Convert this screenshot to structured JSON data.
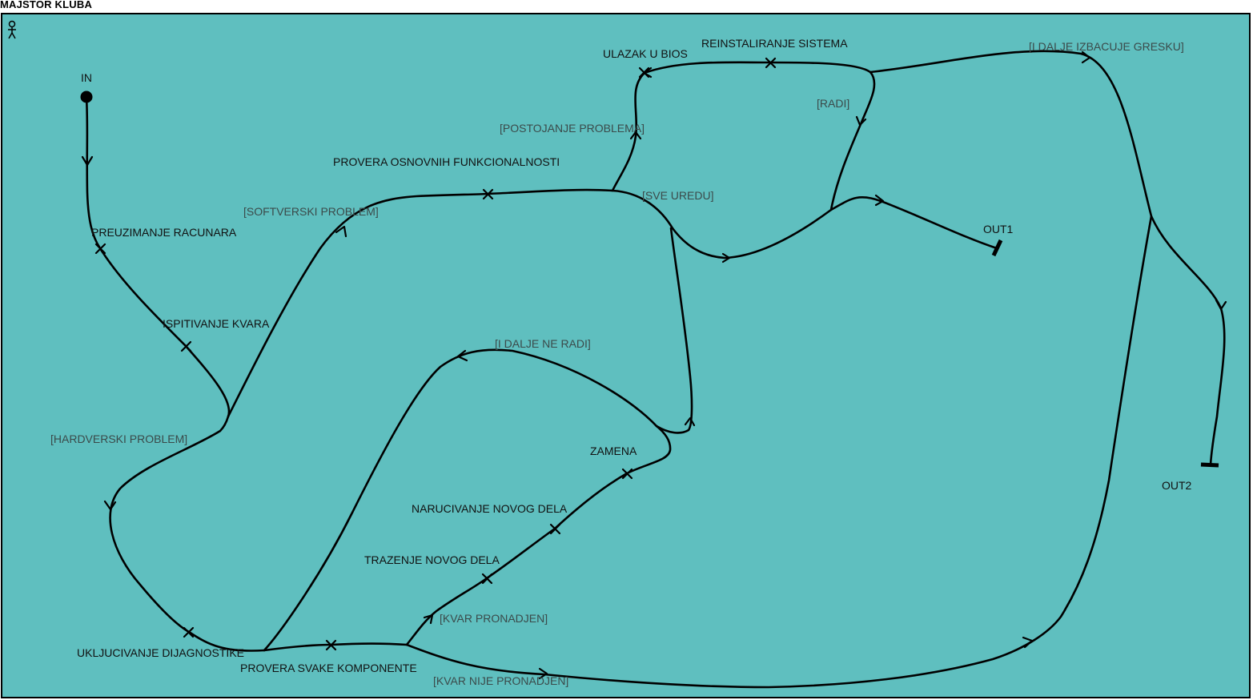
{
  "title": "MAJSTOR KLUBA",
  "icons": {
    "actor": "person-icon"
  },
  "nodes": {
    "in": "IN",
    "out1": "OUT1",
    "out2": "OUT2",
    "preuzimanje": "PREUZIMANJE RACUNARA",
    "ispitivanje": "ISPITIVANJE KVARA",
    "provera_osnovnih": "PROVERA OSNOVNIH FUNKCIONALNOSTI",
    "ulazak_bios": "ULAZAK U BIOS",
    "reinstaliranje": "REINSTALIRANJE SISTEMA",
    "ukljucivanje": "UKLJUCIVANJE DIJAGNOSTIKE",
    "provera_svake": "PROVERA SVAKE KOMPONENTE",
    "trazenje": "TRAZENJE NOVOG DELA",
    "narucivanje": "NARUCIVANJE NOVOG DELA",
    "zamena": "ZAMENA"
  },
  "guards": {
    "softverski": "[SOFTVERSKI PROBLEM]",
    "hardverski": "[HARDVERSKI PROBLEM]",
    "postojanje": "[POSTOJANJE PROBLEMA]",
    "sve_uredu": "[SVE UREDU]",
    "radi": "[RADI]",
    "i_dalje_izbacuje": "[I DALJE IZBACUJE GRESKU]",
    "i_dalje_ne_radi": "[I DALJE NE RADI]",
    "kvar_pronadjen": "[KVAR PRONADJEN]",
    "kvar_nije": "[KVAR NIJE PRONADJEN]"
  }
}
